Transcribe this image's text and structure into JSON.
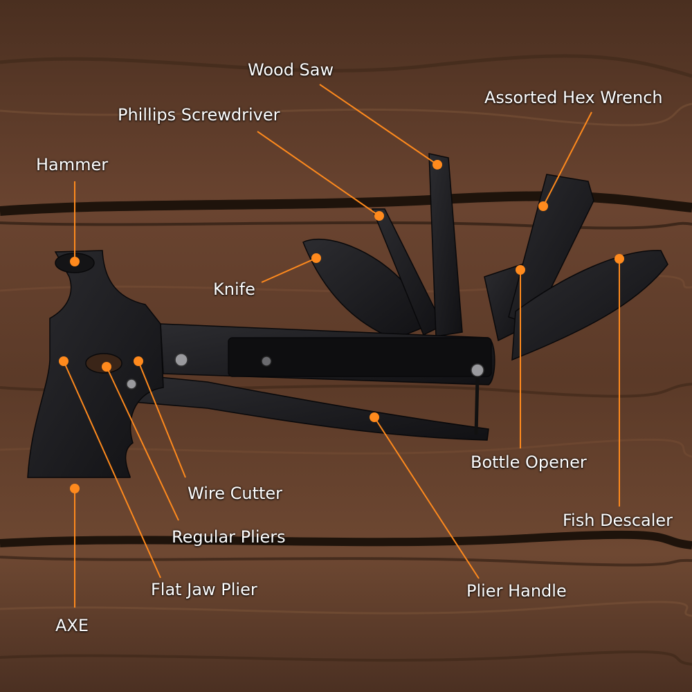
{
  "colors": {
    "wood_base": "#5a3a27",
    "wood_dark": "#2a1a10",
    "wood_light": "#7b5238",
    "tool": "#1b1b1d",
    "callout": "#ff8a1d"
  },
  "labels": {
    "wood_saw": "Wood Saw",
    "assorted_hex_wrench": "Assorted Hex Wrench",
    "phillips_screwdriver": "Phillips Screwdriver",
    "hammer": "Hammer",
    "knife": "Knife",
    "wire_cutter": "Wire Cutter",
    "regular_pliers": "Regular Pliers",
    "flat_jaw_plier": "Flat Jaw Plier",
    "axe": "AXE",
    "bottle_opener": "Bottle Opener",
    "fish_descaler": "Fish Descaler",
    "plier_handle": "Plier Handle"
  }
}
